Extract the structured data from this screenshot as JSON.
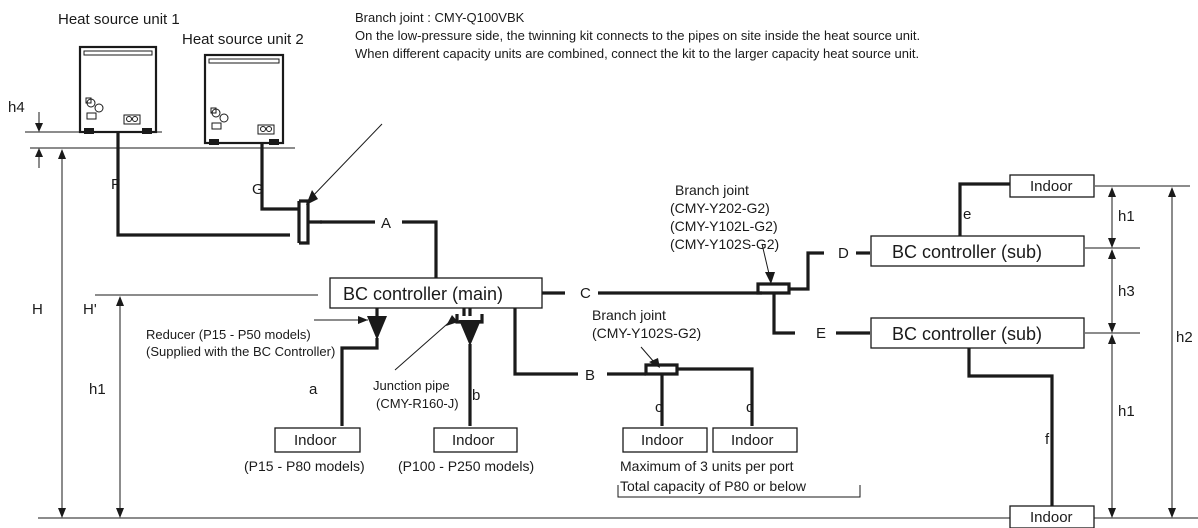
{
  "heat_source_units": [
    {
      "label": "Heat source unit 1"
    },
    {
      "label": "Heat source unit 2"
    }
  ],
  "note": {
    "line1": "Branch joint : CMY-Q100VBK",
    "line2": "On the low-pressure side, the twinning kit connects to the pipes on site inside the heat source unit.",
    "line3": "When different capacity units are combined, connect the kit to the larger capacity heat source unit."
  },
  "bc_main": "BC controller (main)",
  "bc_sub_1": "BC controller (sub)",
  "bc_sub_2": "BC controller (sub)",
  "branch_joint_right": {
    "title": "Branch joint",
    "models": [
      "(CMY-Y202-G2)",
      "(CMY-Y102L-G2)",
      "(CMY-Y102S-G2)"
    ]
  },
  "branch_joint_mid": {
    "title": "Branch joint",
    "model": "(CMY-Y102S-G2)"
  },
  "reducer": {
    "line1": "Reducer (P15 - P50 models)",
    "line2": "(Supplied with the BC Controller)"
  },
  "junction_pipe": {
    "line1": "Junction pipe",
    "line2": "(CMY-R160-J)"
  },
  "pipe_labels": {
    "A": "A",
    "B": "B",
    "C": "C",
    "D": "D",
    "E": "E",
    "F": "F",
    "G": "G",
    "a": "a",
    "b": "b",
    "c": "c",
    "d": "d",
    "e": "e",
    "f": "f"
  },
  "indoor_label": "Indoor",
  "indoor_notes": {
    "a": "(P15 - P80 models)",
    "b": "(P100 - P250 models)"
  },
  "port_note": {
    "line1": "Maximum of 3 units per port",
    "line2": "Total capacity of P80 or below"
  },
  "heights": {
    "H": "H",
    "H_prime": "H'",
    "h1_left": "h1",
    "h1_right_top": "h1",
    "h1_right_bottom": "h1",
    "h2": "h2",
    "h3": "h3",
    "h4": "h4"
  }
}
